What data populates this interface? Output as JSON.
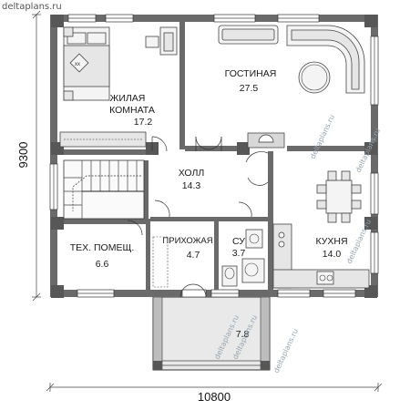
{
  "watermark_top": "deltaplans.ru",
  "watermark_diagonal": "deltaplans.ru",
  "dimensions": {
    "height_label": "9300",
    "width_label": "10800"
  },
  "rooms": {
    "bedroom": {
      "name_line1": "ЖИЛАЯ",
      "name_line2": "КОМНАТА",
      "area": "17.2"
    },
    "living": {
      "name": "ГОСТИНАЯ",
      "area": "27.5"
    },
    "hall": {
      "name": "ХОЛЛ",
      "area": "14.3"
    },
    "tech": {
      "name": "ТЕХ. ПОМЕЩ.",
      "area": "6.6"
    },
    "entry": {
      "name": "ПРИХОЖАЯ",
      "area": "4.7"
    },
    "bath": {
      "name": "СУ",
      "area": "3.7"
    },
    "kitchen": {
      "name": "КУХНЯ",
      "area": "14.0"
    },
    "porch": {
      "area": "7.8"
    }
  }
}
